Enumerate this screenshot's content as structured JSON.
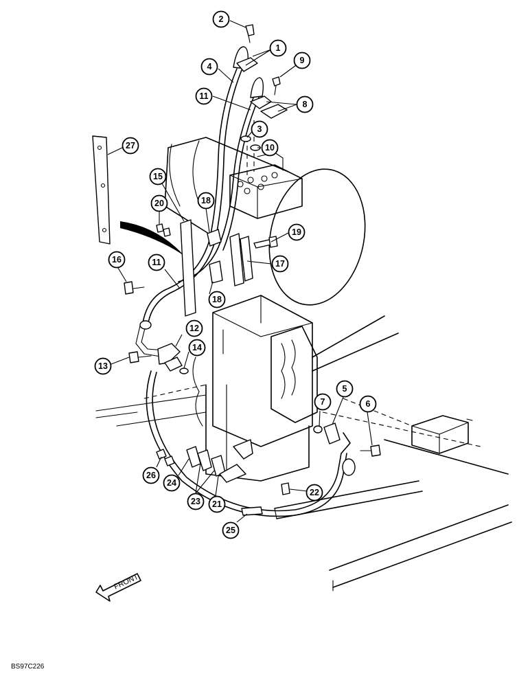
{
  "figure": {
    "code": "BS97C226",
    "front_label": "FRONT"
  },
  "callouts": [
    {
      "id": "c1",
      "label": "1"
    },
    {
      "id": "c2",
      "label": "2"
    },
    {
      "id": "c3",
      "label": "3"
    },
    {
      "id": "c4",
      "label": "4"
    },
    {
      "id": "c5",
      "label": "5"
    },
    {
      "id": "c6",
      "label": "6"
    },
    {
      "id": "c7",
      "label": "7"
    },
    {
      "id": "c8",
      "label": "8"
    },
    {
      "id": "c9",
      "label": "9"
    },
    {
      "id": "c10",
      "label": "10"
    },
    {
      "id": "c11a",
      "label": "11"
    },
    {
      "id": "c11b",
      "label": "11"
    },
    {
      "id": "c12",
      "label": "12"
    },
    {
      "id": "c13",
      "label": "13"
    },
    {
      "id": "c14",
      "label": "14"
    },
    {
      "id": "c15",
      "label": "15"
    },
    {
      "id": "c16",
      "label": "16"
    },
    {
      "id": "c17",
      "label": "17"
    },
    {
      "id": "c18a",
      "label": "18"
    },
    {
      "id": "c18b",
      "label": "18"
    },
    {
      "id": "c19",
      "label": "19"
    },
    {
      "id": "c20",
      "label": "20"
    },
    {
      "id": "c21",
      "label": "21"
    },
    {
      "id": "c22",
      "label": "22"
    },
    {
      "id": "c23",
      "label": "23"
    },
    {
      "id": "c24",
      "label": "24"
    },
    {
      "id": "c25",
      "label": "25"
    },
    {
      "id": "c26",
      "label": "26"
    },
    {
      "id": "c27",
      "label": "27"
    }
  ]
}
